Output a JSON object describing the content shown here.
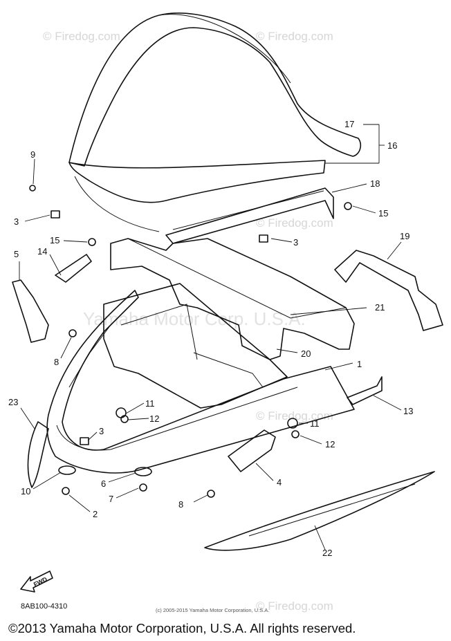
{
  "watermarks": {
    "site": "© Firedog.com",
    "center": "Yamaha Motor Corp. U.S.A."
  },
  "fwd_label": "FWD",
  "diagram_code": "8AB100-4310",
  "diagram_copyright": "(c) 2005-2015 Yamaha Motor Corporation, U.S.A.",
  "copyright": "©2013 Yamaha Motor Corporation, U.S.A. All rights reserved.",
  "callouts": [
    "1",
    "2",
    "3",
    "3",
    "3",
    "4",
    "5",
    "6",
    "7",
    "8",
    "8",
    "9",
    "10",
    "11",
    "11",
    "12",
    "12",
    "13",
    "14",
    "15",
    "15",
    "16",
    "17",
    "18",
    "19",
    "20",
    "21",
    "22",
    "23"
  ]
}
